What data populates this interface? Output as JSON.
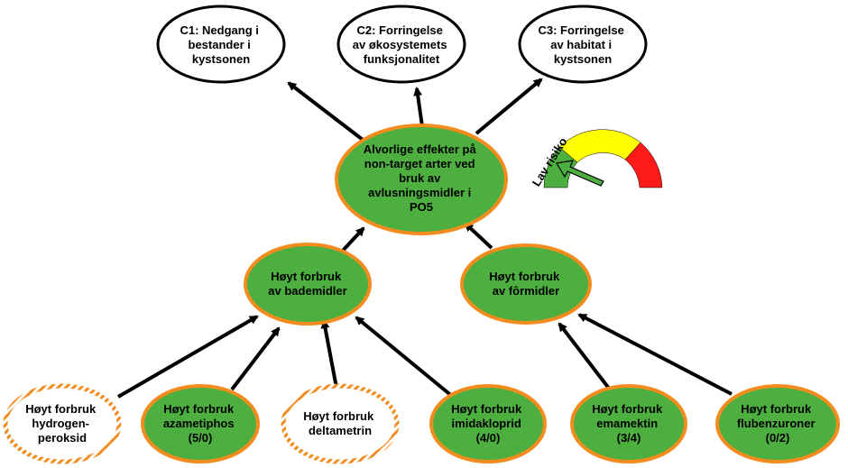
{
  "colors": {
    "green": "#4caf3f",
    "orange": "#f28c1e",
    "yellow": "#ffff00",
    "red": "#ff1a1a",
    "white": "#ffffff",
    "black": "#000000"
  },
  "nodes": {
    "c1": {
      "lines": [
        "C1: Nedgang i",
        "bestander i",
        "kystsonen"
      ]
    },
    "c2": {
      "lines": [
        "C2: Forringelse",
        "av økosystemets",
        "funksjonalitet"
      ]
    },
    "c3": {
      "lines": [
        "C3: Forringelse",
        "av habitat i",
        "kystsonen"
      ]
    },
    "center": {
      "lines": [
        "Alvorlige effekter på",
        "non-target arter ved",
        "bruk av",
        "avlusningsmidler i",
        "PO5"
      ]
    },
    "bademidler": {
      "lines": [
        "Høyt forbruk",
        "av bademidler"
      ]
    },
    "formidler": {
      "lines": [
        "Høyt forbruk",
        "av fôrmidler"
      ]
    },
    "hydrogen": {
      "lines": [
        "Høyt forbruk",
        "hydrogen-",
        "peroksid"
      ]
    },
    "azametiphos": {
      "lines": [
        "Høyt forbruk",
        "azametiphos",
        "(5/0)"
      ]
    },
    "deltametrin": {
      "lines": [
        "Høyt forbruk",
        "deltametrin"
      ]
    },
    "imidakloprid": {
      "lines": [
        "Høyt forbruk",
        "imidakloprid",
        "(4/0)"
      ]
    },
    "emamektin": {
      "lines": [
        "Høyt forbruk",
        "emamektin",
        "(3/4)"
      ]
    },
    "flubenzuroner": {
      "lines": [
        "Høyt forbruk",
        "flubenzuroner",
        "(0/2)"
      ]
    }
  },
  "gauge": {
    "label": "Lav risiko",
    "needle_icon": "arrow-needle-icon",
    "level": "low"
  }
}
